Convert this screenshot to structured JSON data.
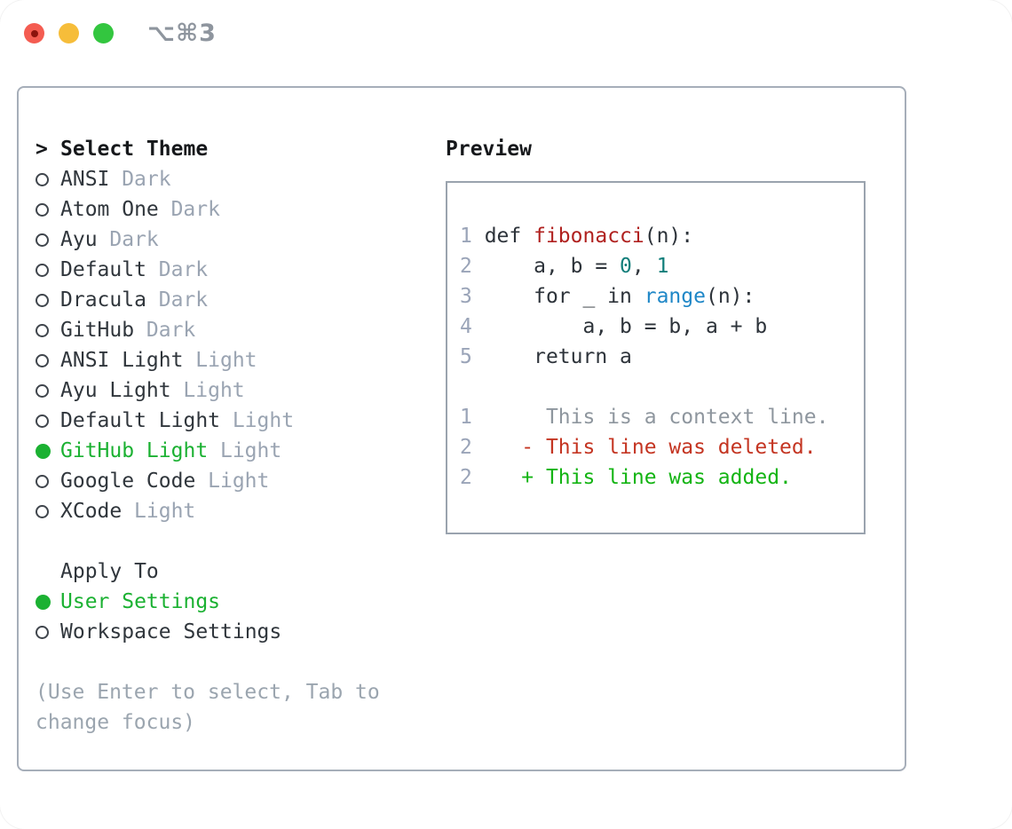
{
  "titlebar": {
    "shortcut_label": "⌥⌘3",
    "buttons": [
      "close",
      "minimize",
      "zoom"
    ]
  },
  "theme_panel": {
    "header": {
      "prompt": ">",
      "title": "Select Theme"
    },
    "themes": [
      {
        "name": "ANSI",
        "variant": "Dark",
        "selected": false
      },
      {
        "name": "Atom One",
        "variant": "Dark",
        "selected": false
      },
      {
        "name": "Ayu",
        "variant": "Dark",
        "selected": false
      },
      {
        "name": "Default",
        "variant": "Dark",
        "selected": false
      },
      {
        "name": "Dracula",
        "variant": "Dark",
        "selected": false
      },
      {
        "name": "GitHub",
        "variant": "Dark",
        "selected": false
      },
      {
        "name": "ANSI Light",
        "variant": "Light",
        "selected": false
      },
      {
        "name": "Ayu Light",
        "variant": "Light",
        "selected": false
      },
      {
        "name": "Default Light",
        "variant": "Light",
        "selected": false
      },
      {
        "name": "GitHub Light",
        "variant": "Light",
        "selected": true
      },
      {
        "name": "Google Code",
        "variant": "Light",
        "selected": false
      },
      {
        "name": "XCode",
        "variant": "Light",
        "selected": false
      }
    ],
    "apply_to": {
      "title": "Apply To",
      "options": [
        {
          "label": "User Settings",
          "selected": true
        },
        {
          "label": "Workspace Settings",
          "selected": false
        }
      ]
    },
    "help_text": "(Use Enter to select, Tab to change focus)"
  },
  "preview": {
    "title": "Preview",
    "lines": [
      {
        "num": "1",
        "segs": [
          {
            "t": " def ",
            "c": "code"
          },
          {
            "t": "fibonacci",
            "c": "function"
          },
          {
            "t": "(n):",
            "c": "code"
          }
        ]
      },
      {
        "num": "2",
        "segs": [
          {
            "t": "     a, b = ",
            "c": "code"
          },
          {
            "t": "0",
            "c": "number"
          },
          {
            "t": ", ",
            "c": "code"
          },
          {
            "t": "1",
            "c": "number"
          }
        ]
      },
      {
        "num": "3",
        "segs": [
          {
            "t": "     for _ in ",
            "c": "code"
          },
          {
            "t": "range",
            "c": "builtin"
          },
          {
            "t": "(n):",
            "c": "code"
          }
        ]
      },
      {
        "num": "4",
        "segs": [
          {
            "t": "         a, b = b, a + b",
            "c": "code"
          }
        ]
      },
      {
        "num": "5",
        "segs": [
          {
            "t": "     return a",
            "c": "code"
          }
        ]
      },
      {
        "num": "",
        "segs": []
      },
      {
        "num": "1",
        "segs": [
          {
            "t": "      This is a context line.",
            "c": "context"
          }
        ]
      },
      {
        "num": "2",
        "segs": [
          {
            "t": "    - This line was deleted.",
            "c": "deleted"
          }
        ]
      },
      {
        "num": "2",
        "segs": [
          {
            "t": "    + This line was added.",
            "c": "added"
          }
        ]
      }
    ]
  },
  "colors": {
    "accent_green": "#1bb132",
    "added_green": "#13b413",
    "deleted_red": "#c43522",
    "function_red": "#b0211f",
    "number_teal": "#107e7a",
    "builtin_blue": "#1f87c7",
    "code_text": "#2d333a",
    "context_gray": "#8e969e",
    "gutter_gray": "#9aa4b8",
    "muted_gray": "#9aa4b2",
    "panel_border": "#a6aeb9",
    "traffic_red": "#f45c51",
    "traffic_yellow": "#f6bd3a",
    "traffic_green": "#33c63f"
  }
}
